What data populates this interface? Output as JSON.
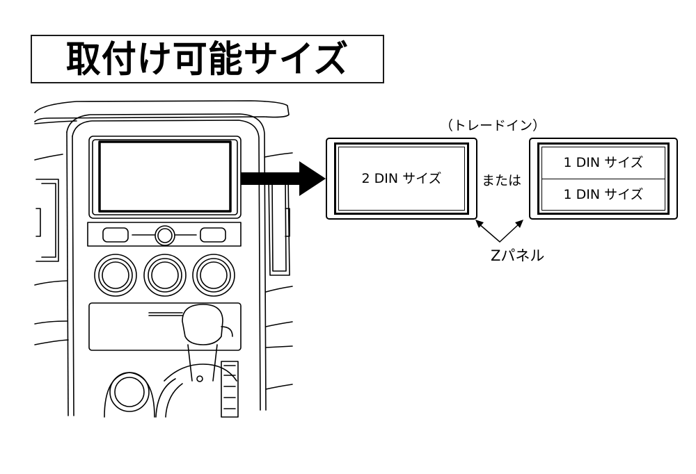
{
  "title": "取付け可能サイズ",
  "trade_in_label": "（トレードイン）",
  "panel_2din_label": "2 DIN サイズ",
  "or_label": "または",
  "panel_1din_top_label": "1 DIN サイズ",
  "panel_1din_bottom_label": "1 DIN サイズ",
  "z_panel_label": "Zパネル",
  "colors": {
    "line": "#000000",
    "background": "#ffffff"
  },
  "icons": [
    "arrow-right-icon",
    "pointer-arrow-icon"
  ]
}
